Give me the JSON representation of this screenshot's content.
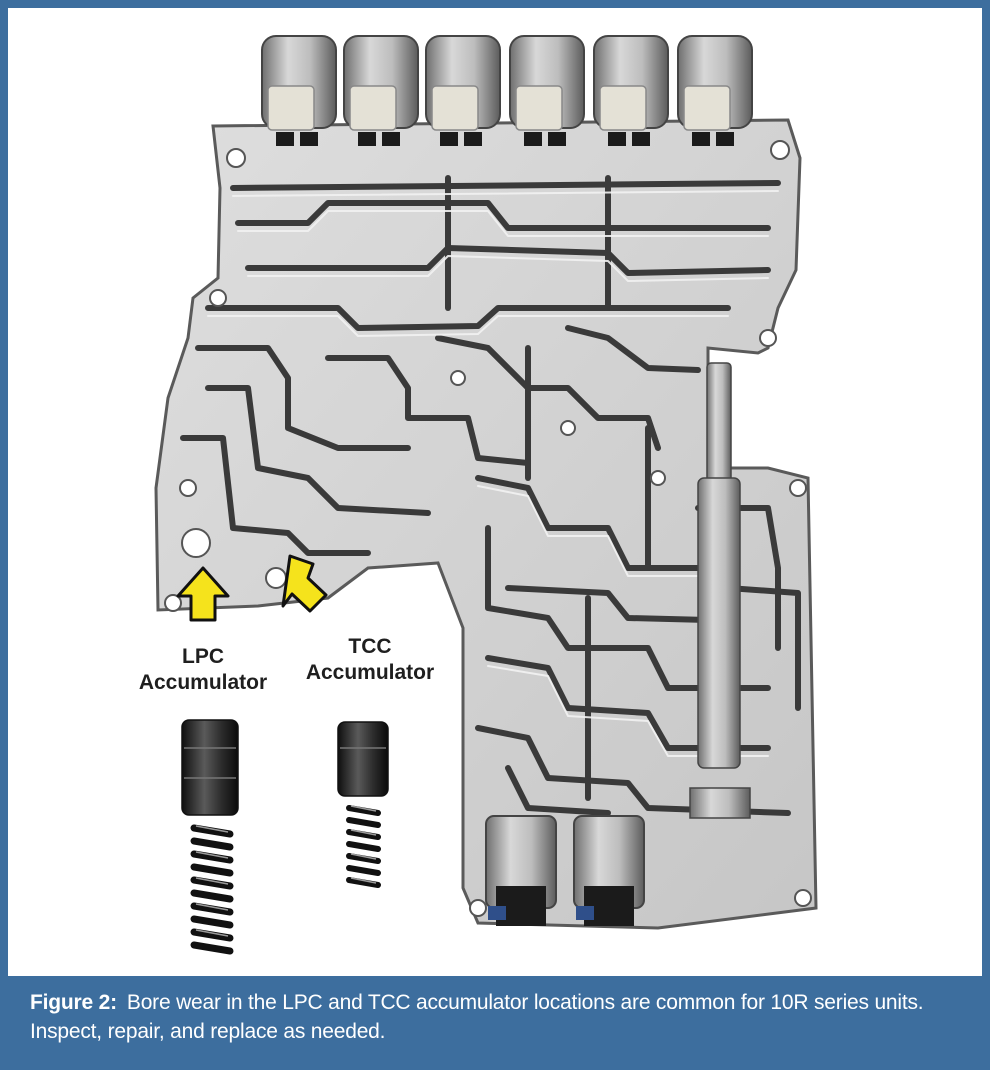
{
  "callouts": {
    "lpc": {
      "line1": "LPC",
      "line2": "Accumulator"
    },
    "tcc": {
      "line1": "TCC",
      "line2": "Accumulator"
    }
  },
  "caption": {
    "label": "Figure 2:",
    "text": "Bore wear in the LPC and TCC accumulator locations are common for 10R series units. Inspect, repair, and replace as needed."
  },
  "colors": {
    "frame": "#3d6e9e",
    "arrow_fill": "#f5e31c",
    "panel": "#ffffff"
  },
  "icons": [
    "lpc-arrow-icon",
    "tcc-arrow-icon"
  ]
}
